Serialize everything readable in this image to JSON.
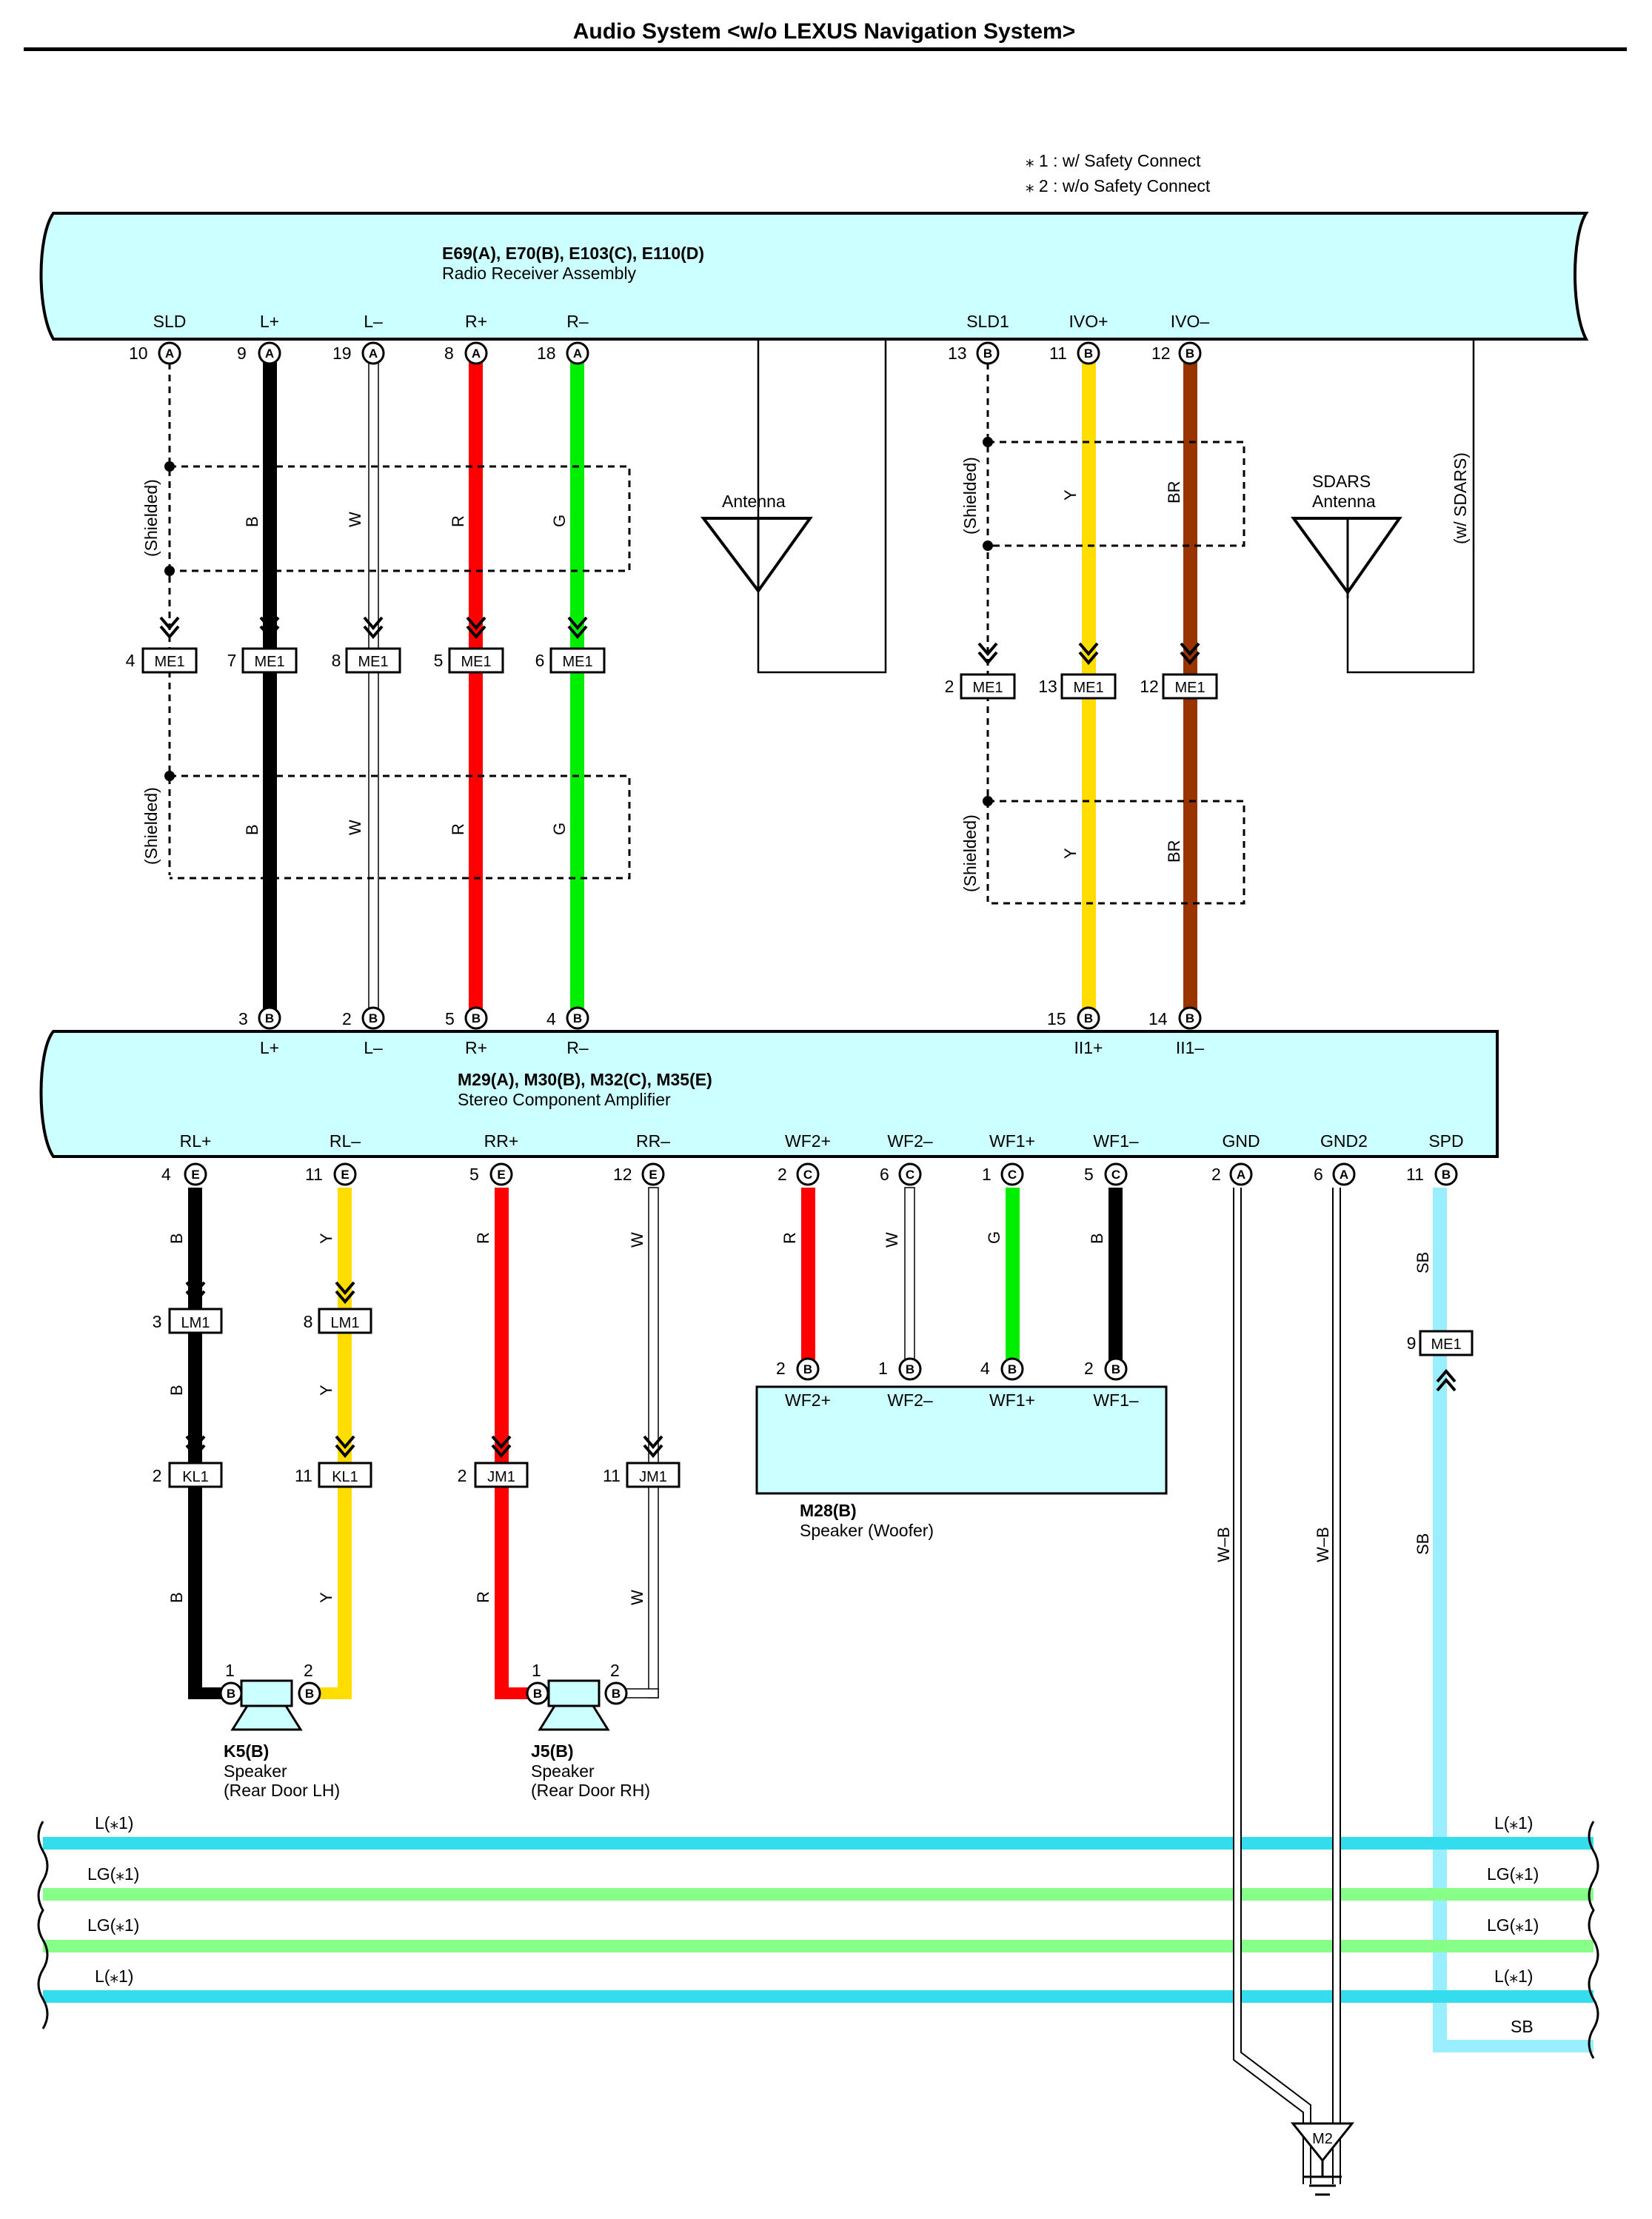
{
  "title": "Audio System <w/o LEXUS Navigation System>",
  "notes": [
    "⁎ 1 : w/ Safety Connect",
    "⁎ 2 : w/o Safety Connect"
  ],
  "radio": {
    "codes": "E69(A), E70(B), E103(C), E110(D)",
    "name": "Radio Receiver Assembly"
  },
  "amplifier": {
    "codes": "M29(A), M30(B), M32(C), M35(E)",
    "name": "Stereo Component Amplifier"
  },
  "woofer": {
    "code": "M28(B)",
    "name": "Speaker (Woofer)"
  },
  "speaker_lh": {
    "code": "K5(B)",
    "name": "Speaker",
    "location": "(Rear Door LH)"
  },
  "speaker_rh": {
    "code": "J5(B)",
    "name": "Speaker",
    "location": "(Rear Door RH)"
  },
  "antenna": {
    "label": "Antenna"
  },
  "sdars_antenna": {
    "line1": "SDARS",
    "line2": "Antenna"
  },
  "sdars_note": "(w/ SDARS)",
  "shield_label": "(Shielded)",
  "ground": {
    "label": "M2"
  },
  "radio_terminals": [
    {
      "name": "SLD",
      "pin": "10",
      "conn": "A"
    },
    {
      "name": "L+",
      "pin": "9",
      "conn": "A"
    },
    {
      "name": "L–",
      "pin": "19",
      "conn": "A"
    },
    {
      "name": "R+",
      "pin": "8",
      "conn": "A"
    },
    {
      "name": "R–",
      "pin": "18",
      "conn": "A"
    },
    {
      "name": "SLD1",
      "pin": "13",
      "conn": "B"
    },
    {
      "name": "IVO+",
      "pin": "11",
      "conn": "B"
    },
    {
      "name": "IVO–",
      "pin": "12",
      "conn": "B"
    }
  ],
  "amp_top_terminals": [
    {
      "name": "L+",
      "pin": "3",
      "conn": "B"
    },
    {
      "name": "L–",
      "pin": "2",
      "conn": "B"
    },
    {
      "name": "R+",
      "pin": "5",
      "conn": "B"
    },
    {
      "name": "R–",
      "pin": "4",
      "conn": "B"
    },
    {
      "name": "II1+",
      "pin": "15",
      "conn": "B"
    },
    {
      "name": "II1–",
      "pin": "14",
      "conn": "B"
    }
  ],
  "amp_bottom_terminals": [
    {
      "name": "RL+",
      "pin": "4",
      "conn": "E"
    },
    {
      "name": "RL–",
      "pin": "11",
      "conn": "E"
    },
    {
      "name": "RR+",
      "pin": "5",
      "conn": "E"
    },
    {
      "name": "RR–",
      "pin": "12",
      "conn": "E"
    },
    {
      "name": "WF2+",
      "pin": "2",
      "conn": "C"
    },
    {
      "name": "WF2–",
      "pin": "6",
      "conn": "C"
    },
    {
      "name": "WF1+",
      "pin": "1",
      "conn": "C"
    },
    {
      "name": "WF1–",
      "pin": "5",
      "conn": "C"
    },
    {
      "name": "GND",
      "pin": "2",
      "conn": "A"
    },
    {
      "name": "GND2",
      "pin": "6",
      "conn": "A"
    },
    {
      "name": "SPD",
      "pin": "11",
      "conn": "B"
    }
  ],
  "woofer_terminals": [
    {
      "name": "WF2+",
      "pin": "2",
      "conn": "B"
    },
    {
      "name": "WF2–",
      "pin": "1",
      "conn": "B"
    },
    {
      "name": "WF1+",
      "pin": "4",
      "conn": "B"
    },
    {
      "name": "WF1–",
      "pin": "2",
      "conn": "B"
    }
  ],
  "speaker_pins": {
    "p1": "1",
    "p2": "2",
    "conn": "B"
  },
  "inline_connectors": {
    "me1_left": [
      {
        "pin": "4",
        "code": "ME1"
      },
      {
        "pin": "7",
        "code": "ME1"
      },
      {
        "pin": "8",
        "code": "ME1"
      },
      {
        "pin": "5",
        "code": "ME1"
      },
      {
        "pin": "6",
        "code": "ME1"
      }
    ],
    "me1_right": [
      {
        "pin": "2",
        "code": "ME1"
      },
      {
        "pin": "13",
        "code": "ME1"
      },
      {
        "pin": "12",
        "code": "ME1"
      }
    ],
    "lm1": [
      {
        "pin": "3",
        "code": "LM1"
      },
      {
        "pin": "8",
        "code": "LM1"
      }
    ],
    "kl1": [
      {
        "pin": "2",
        "code": "KL1"
      },
      {
        "pin": "11",
        "code": "KL1"
      }
    ],
    "jm1": [
      {
        "pin": "2",
        "code": "JM1"
      },
      {
        "pin": "11",
        "code": "JM1"
      }
    ],
    "me1_spd": {
      "pin": "9",
      "code": "ME1"
    }
  },
  "wires": {
    "left_colors": [
      "B",
      "W",
      "R",
      "G"
    ],
    "right_colors": [
      "Y",
      "BR"
    ],
    "rl_plus": "B",
    "rl_minus": "Y",
    "rr_plus": "R",
    "rr_minus": "W",
    "wf2_plus": "R",
    "wf2_minus": "W",
    "wf1_plus": "G",
    "wf1_minus": "B",
    "gnd": "W–B",
    "gnd2": "W–B",
    "spd": "SB"
  },
  "bus_lines": [
    {
      "left": "L(⁎1)",
      "right": "L(⁎1)",
      "color": "#33ddee"
    },
    {
      "left": "LG(⁎1)",
      "right": "LG(⁎1)",
      "color": "#88ff88"
    },
    {
      "left": "LG(⁎1)",
      "right": "LG(⁎1)",
      "color": "#88ff88"
    },
    {
      "left": "L(⁎1)",
      "right": "L(⁎1)",
      "color": "#33ddee"
    }
  ],
  "sb_bus_label": "SB",
  "colors": {
    "connector_fill": "#ccffff",
    "black": "#000000",
    "red": "#ff0000",
    "green": "#00ee00",
    "yellow": "#ffdd00",
    "brown": "#993300",
    "sky_blue": "#99eeff",
    "white_wire": "#ffffff"
  }
}
